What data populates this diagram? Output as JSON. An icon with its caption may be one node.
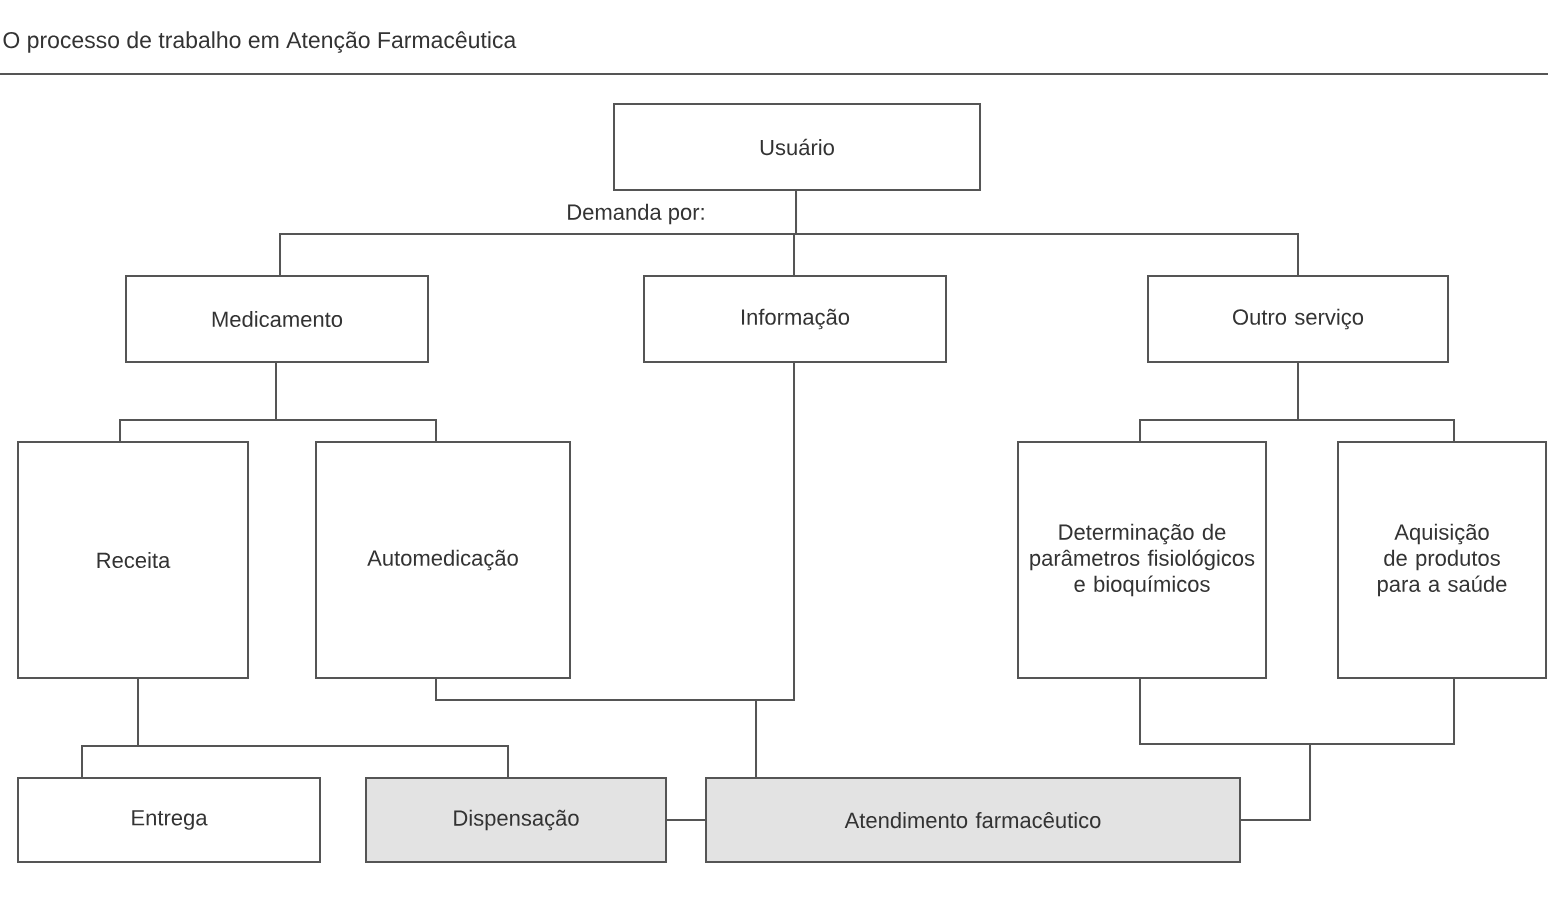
{
  "diagram": {
    "title": "O processo de trabalho em Atenção Farmacêutica",
    "nodes": [
      {
        "text": [
          "Usuário"
        ]
      },
      {
        "text": [
          "Medicamento"
        ]
      },
      {
        "text": [
          "Informação"
        ]
      },
      {
        "text": [
          "Outro serviço"
        ]
      },
      {
        "text": [
          "Receita"
        ]
      },
      {
        "text": [
          "Automedicação"
        ]
      },
      {
        "text": [
          "Determinação de parâmetros fisiológicos e bioquímicos"
        ]
      },
      {
        "text": [
          "Aquisição de produtos para a saúde"
        ]
      },
      {
        "text": [
          "Entrega"
        ]
      },
      {
        "text": [
          "Dispensação"
        ]
      },
      {
        "text": [
          "Atendimento farmacêutico"
        ]
      }
    ],
    "edges": [
      {
        "from": 0,
        "to": 1,
        "arrow": "none"
      },
      {
        "from": 0,
        "to": 2,
        "arrow": "none"
      },
      {
        "from": 0,
        "to": 3,
        "arrow": "none"
      },
      {
        "from": 1,
        "to": 4,
        "arrow": "none"
      },
      {
        "from": 1,
        "to": 5,
        "arrow": "none"
      },
      {
        "from": 3,
        "to": 6,
        "arrow": "none"
      },
      {
        "from": 3,
        "to": 7,
        "arrow": "none"
      },
      {
        "from": 4,
        "to": 8,
        "arrow": "none"
      },
      {
        "from": 4,
        "to": 9,
        "arrow": "none"
      },
      {
        "from": 5,
        "to": 10,
        "arrow": "none"
      },
      {
        "from": 2,
        "to": 10,
        "arrow": "none"
      },
      {
        "from": 6,
        "to": 10,
        "arrow": "none"
      },
      {
        "from": 7,
        "to": 10,
        "arrow": "none"
      },
      {
        "from": 9,
        "to": 10,
        "arrow": "none"
      }
    ],
    "labels": [
      "Demanda por:"
    ]
  }
}
